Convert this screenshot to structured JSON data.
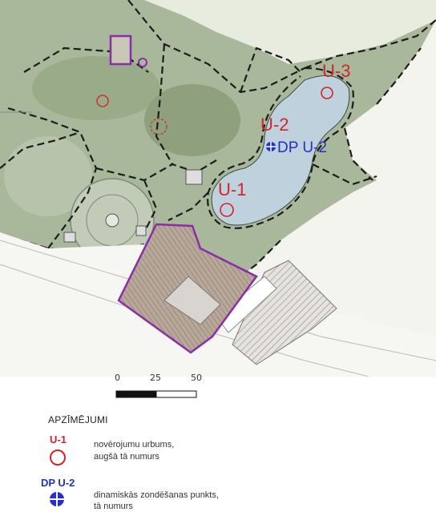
{
  "map": {
    "labels": {
      "u1": "U-1",
      "u2": "U-2",
      "u3": "U-3",
      "dp_u2": "DP U-2"
    }
  },
  "scale": {
    "ticks": [
      "0",
      "25",
      "50"
    ]
  },
  "legend": {
    "title": "APZĪMĒJUMI",
    "items": [
      {
        "symbol_label": "U-1",
        "description_line1": "novērojumu urbums,",
        "description_line2": "augšā tā numurs",
        "symbol": "red-circle-icon"
      },
      {
        "symbol_label": "DP U-2",
        "description_line1": "dinamiskās zondēšanas punkts,",
        "description_line2": "tā numurs",
        "symbol": "blue-cross-circle-icon"
      }
    ]
  },
  "colors": {
    "borehole": "#d0242a",
    "sounding": "#2530c8",
    "boundary": "#8a2da8",
    "water": "#bfd1dc",
    "vegetation": "#a9b79a"
  }
}
